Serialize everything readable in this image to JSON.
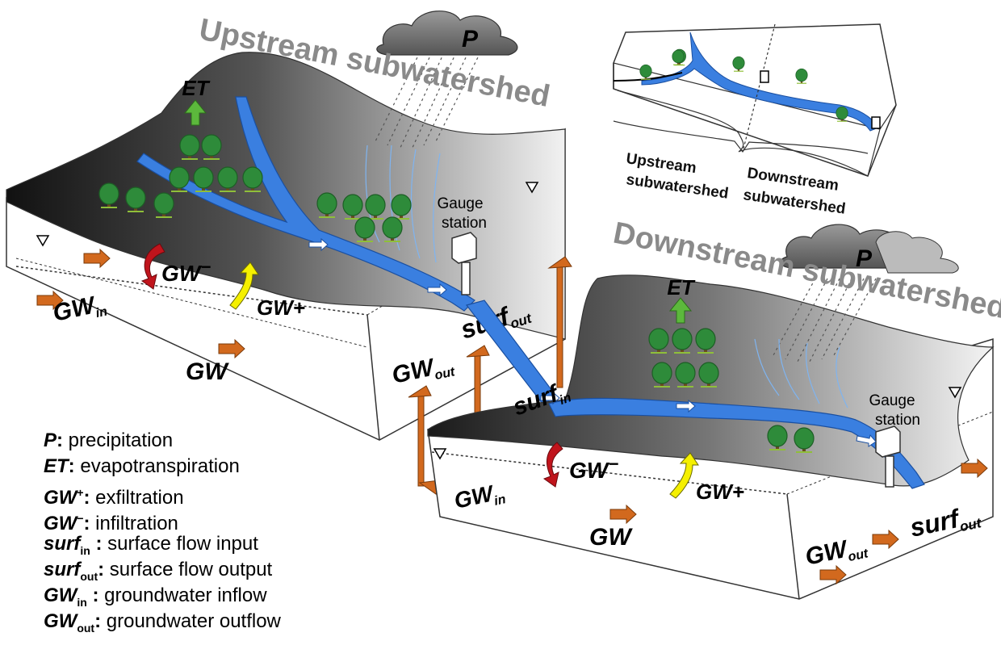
{
  "upstream": {
    "title": "Upstream subwatershed",
    "precip": "P",
    "et": "ET",
    "gauge_line1": "Gauge",
    "gauge_line2": "station",
    "gw_in_main": "GW",
    "gw_in_sub": "in",
    "gw_minus": "GW",
    "gw_plus": "GW+",
    "gw": "GW",
    "gw_out_main": "GW",
    "gw_out_sub": "out",
    "surf_out_main": "surf",
    "surf_out_sub": "out"
  },
  "downstream": {
    "title": "Downstream subwatershed",
    "precip": "P",
    "et": "ET",
    "gauge_line1": "Gauge",
    "gauge_line2": "station",
    "surf_in_main": "surf",
    "surf_in_sub": "in",
    "gw_in_main": "GW",
    "gw_in_sub": "in",
    "gw_minus": "GW",
    "gw_plus": "GW+",
    "gw": "GW",
    "gw_out_main": "GW",
    "gw_out_sub": "out",
    "surf_out_main": "surf",
    "surf_out_sub": "out"
  },
  "inset": {
    "upstream_line1": "Upstream",
    "upstream_line2": "subwatershed",
    "downstream_line1": "Downstream",
    "downstream_line2": "subwatershed"
  },
  "legend": [
    {
      "sym": "P",
      "sub": "",
      "sup": "",
      "sep": ":",
      "desc": " precipitation"
    },
    {
      "sym": "ET",
      "sub": "",
      "sup": "",
      "sep": ":",
      "desc": " evapotranspiration"
    },
    {
      "sym": "GW",
      "sub": "",
      "sup": "+",
      "sep": ":",
      "desc": " exfiltration"
    },
    {
      "sym": "GW",
      "sub": "",
      "sup": "−",
      "sep": ":",
      "desc": " infiltration"
    },
    {
      "sym": "surf",
      "sub": "in",
      "sup": "",
      "sep": " :",
      "desc": " surface flow input"
    },
    {
      "sym": "surf",
      "sub": "out",
      "sup": "",
      "sep": ":",
      "desc": " surface flow output"
    },
    {
      "sym": "GW",
      "sub": "in",
      "sup": "",
      "sep": "  :",
      "desc": " groundwater inflow"
    },
    {
      "sym": "GW",
      "sub": "out",
      "sup": "",
      "sep": ":",
      "desc": " groundwater outflow"
    }
  ],
  "colors": {
    "river": "#3a7fe0",
    "gw_arrow": "#d2691e",
    "gw_minus_arrow": "#c0141c",
    "gw_plus_arrow": "#f5f000",
    "et_arrow": "#5cb83c",
    "tree": "#2e8b3a",
    "cloud": "#6e6e6e",
    "title": "#8a8a8a"
  }
}
